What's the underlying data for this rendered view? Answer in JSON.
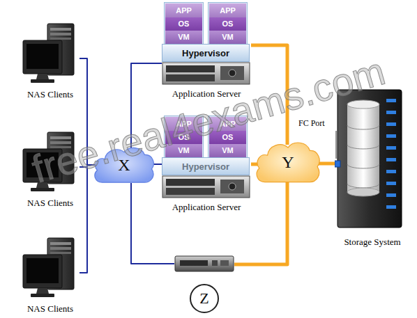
{
  "diagram": {
    "nodes": [
      {
        "text": [
          "NAS Clients"
        ]
      },
      {
        "text": [
          "NAS Clients"
        ]
      },
      {
        "text": [
          "NAS Clients"
        ]
      },
      {
        "text": [
          "X"
        ]
      },
      {
        "text": [
          "Application Server"
        ]
      },
      {
        "text": [
          "APP",
          "OS",
          "VM"
        ],
        "in": 4
      },
      {
        "text": [
          "APP",
          "OS",
          "VM"
        ],
        "in": 4
      },
      {
        "text": [
          "Hypervisor"
        ],
        "in": 4
      },
      {
        "text": [
          "Application Server"
        ]
      },
      {
        "text": [
          "APP",
          "OS",
          "VM"
        ],
        "in": 8
      },
      {
        "text": [
          "APP",
          "OS",
          "VM"
        ],
        "in": 8
      },
      {
        "text": [
          "Hypervisor"
        ],
        "in": 8
      },
      {
        "text": [
          "Z"
        ]
      },
      {
        "text": [
          "Y"
        ]
      },
      {
        "text": [
          "Storage System"
        ]
      }
    ],
    "edges": [
      {
        "from": 0,
        "to": 3,
        "arrow": "none"
      },
      {
        "from": 1,
        "to": 3,
        "arrow": "none"
      },
      {
        "from": 2,
        "to": 3,
        "arrow": "none"
      },
      {
        "from": 3,
        "to": 4,
        "arrow": "none"
      },
      {
        "from": 3,
        "to": 8,
        "arrow": "none"
      },
      {
        "from": 3,
        "to": 12,
        "arrow": "none"
      },
      {
        "from": 4,
        "to": 13,
        "arrow": "none"
      },
      {
        "from": 8,
        "to": 13,
        "arrow": "none"
      },
      {
        "from": 12,
        "to": 13,
        "arrow": "none"
      },
      {
        "from": 13,
        "to": 14,
        "arrow": "none"
      }
    ],
    "labels": [
      "FC Port",
      "free.real4exams.com"
    ]
  }
}
